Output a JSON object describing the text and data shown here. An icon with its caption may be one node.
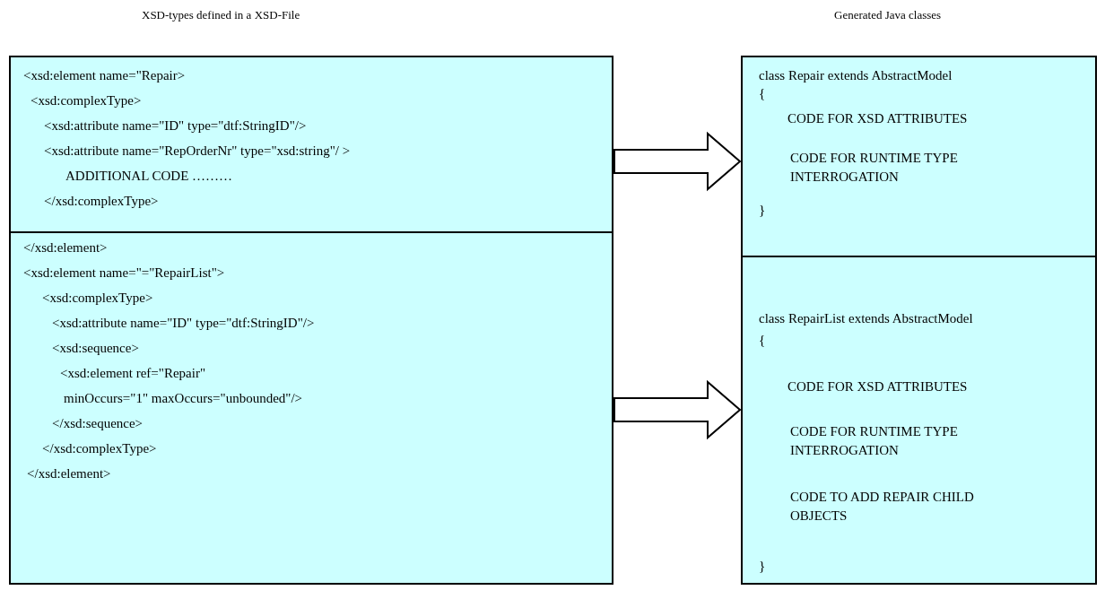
{
  "diagram": {
    "nodes": [
      {
        "text": [
          "<xsd:element name=\"Repair>",
          "<xsd:complexType>",
          "<xsd:attribute name=\"ID\" type=\"dtf:StringID\"/>",
          "<xsd:attribute name=\"RepOrderNr\" type=\"xsd:string\"/ >",
          "ADDITIONAL CODE ………",
          "</xsd:complexType>"
        ]
      },
      {
        "text": [
          "</xsd:element>",
          "<xsd:element name=\"=\"RepairList\">",
          "<xsd:complexType>",
          "<xsd:attribute name=\"ID\" type=\"dtf:StringID\"/>",
          "<xsd:sequence>",
          "<xsd:element ref=\"Repair\"",
          "minOccurs=\"1\" maxOccurs=\"unbounded\"/>",
          "</xsd:sequence>",
          "</xsd:complexType>",
          "</xsd:element>"
        ]
      },
      {
        "text": [
          "class Repair extends AbstractModel",
          "{",
          "CODE FOR XSD ATTRIBUTES",
          "CODE FOR RUNTIME TYPE INTERROGATION",
          "}"
        ]
      },
      {
        "text": [
          "class RepairList extends AbstractModel",
          "{",
          "CODE FOR XSD ATTRIBUTES",
          "CODE FOR RUNTIME TYPE INTERROGATION",
          "CODE TO ADD REPAIR CHILD OBJECTS",
          "}"
        ]
      }
    ],
    "edges": [
      {
        "from": 0,
        "to": 2,
        "arrow": "to"
      },
      {
        "from": 1,
        "to": 3,
        "arrow": "to"
      }
    ],
    "labels": [
      "XSD-types defined in a XSD-File",
      "Generated Java classes"
    ]
  }
}
